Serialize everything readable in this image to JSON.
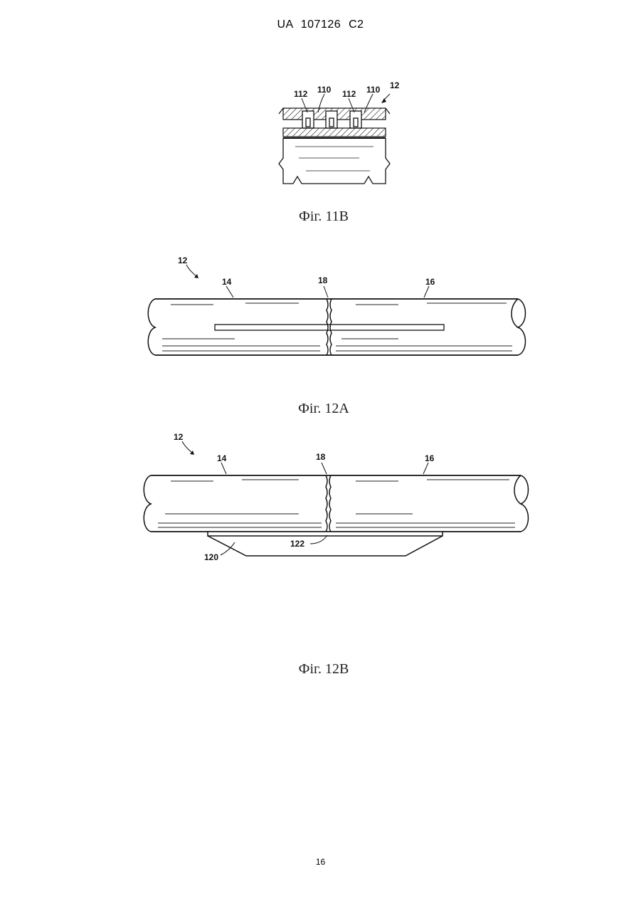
{
  "header": {
    "patent_number": "UA   107126   C2"
  },
  "page_number": "16",
  "figures": {
    "fig11b": {
      "caption": "Фіг. 11В",
      "labels": {
        "l112a": "112",
        "l110a": "110",
        "l112b": "112",
        "l110b": "110",
        "l12": "12"
      }
    },
    "fig12a": {
      "caption": "Фіг. 12А",
      "labels": {
        "l12": "12",
        "l14": "14",
        "l18": "18",
        "l16": "16"
      }
    },
    "fig12b": {
      "caption": "Фіг. 12В",
      "labels": {
        "l12": "12",
        "l14": "14",
        "l18": "18",
        "l16": "16",
        "l122": "122",
        "l120": "120"
      }
    }
  }
}
